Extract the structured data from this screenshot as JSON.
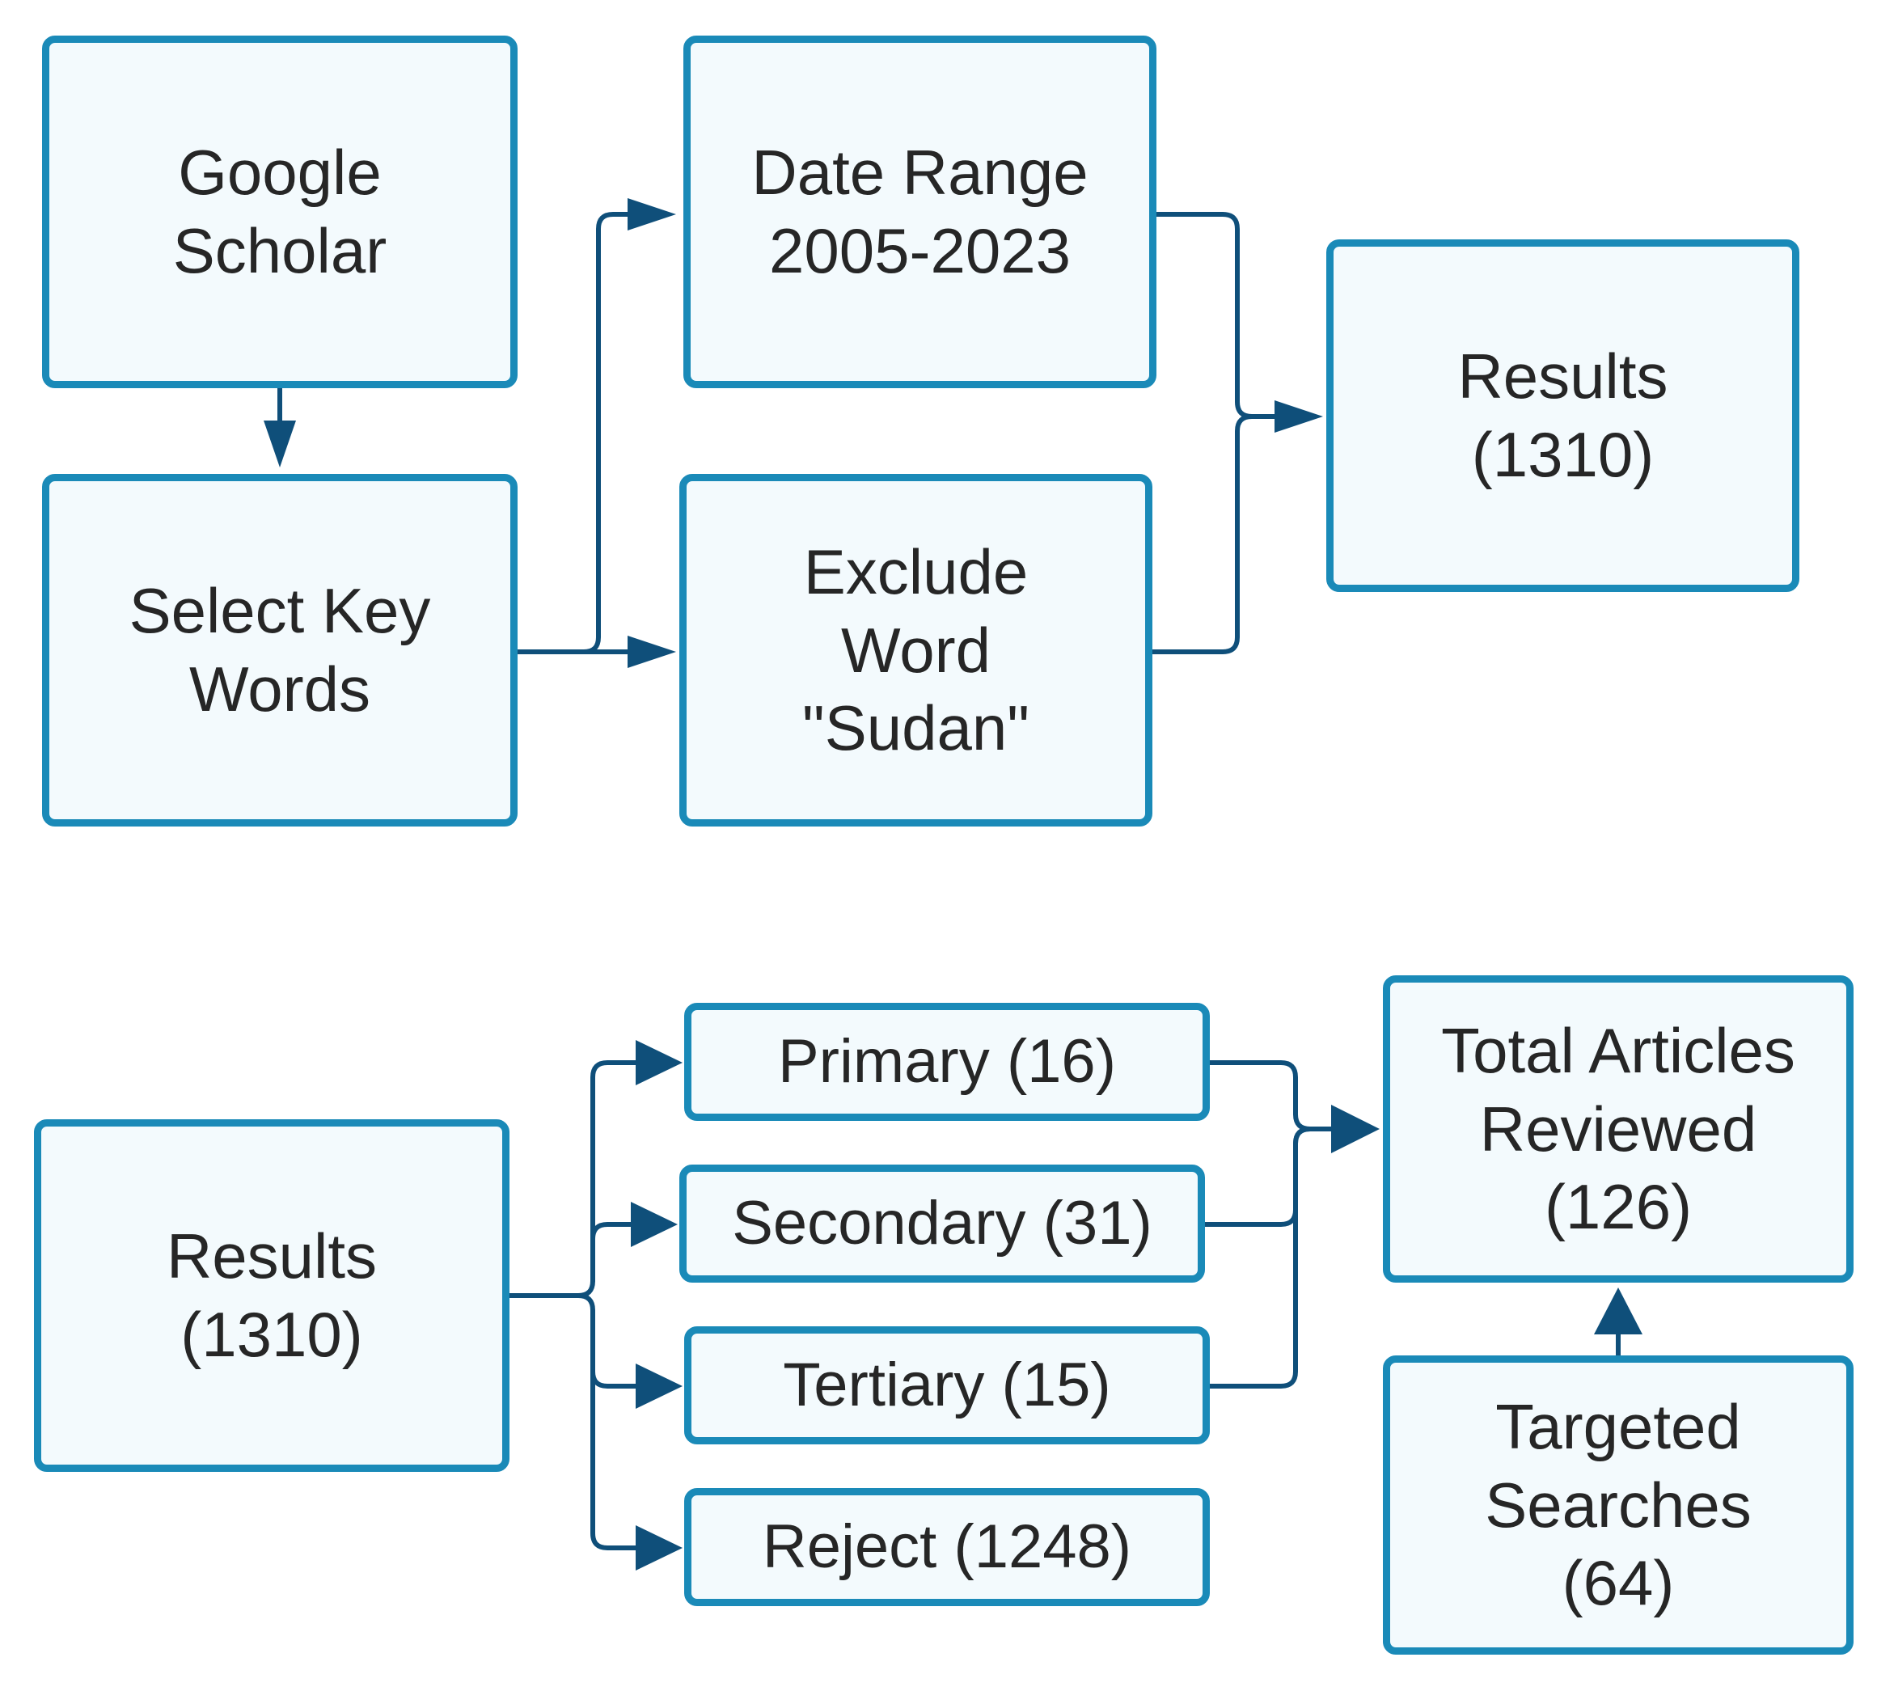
{
  "diagram": {
    "colors": {
      "box_fill": "#f3fafd",
      "box_border": "#1a8ab8",
      "connector": "#0f4f7a",
      "text": "#262626"
    },
    "stage1": {
      "google_scholar": "Google\nScholar",
      "select_key_words": "Select Key\nWords",
      "date_range": "Date Range\n2005-2023",
      "exclude_word": "Exclude\nWord\n\"Sudan\"",
      "results": "Results\n(1310)"
    },
    "stage2": {
      "results": "Results\n(1310)",
      "primary": "Primary (16)",
      "secondary": "Secondary (31)",
      "tertiary": "Tertiary (15)",
      "reject": "Reject (1248)",
      "total_articles_reviewed": "Total Articles\nReviewed\n(126)",
      "targeted_searches": "Targeted\nSearches\n(64)"
    }
  }
}
